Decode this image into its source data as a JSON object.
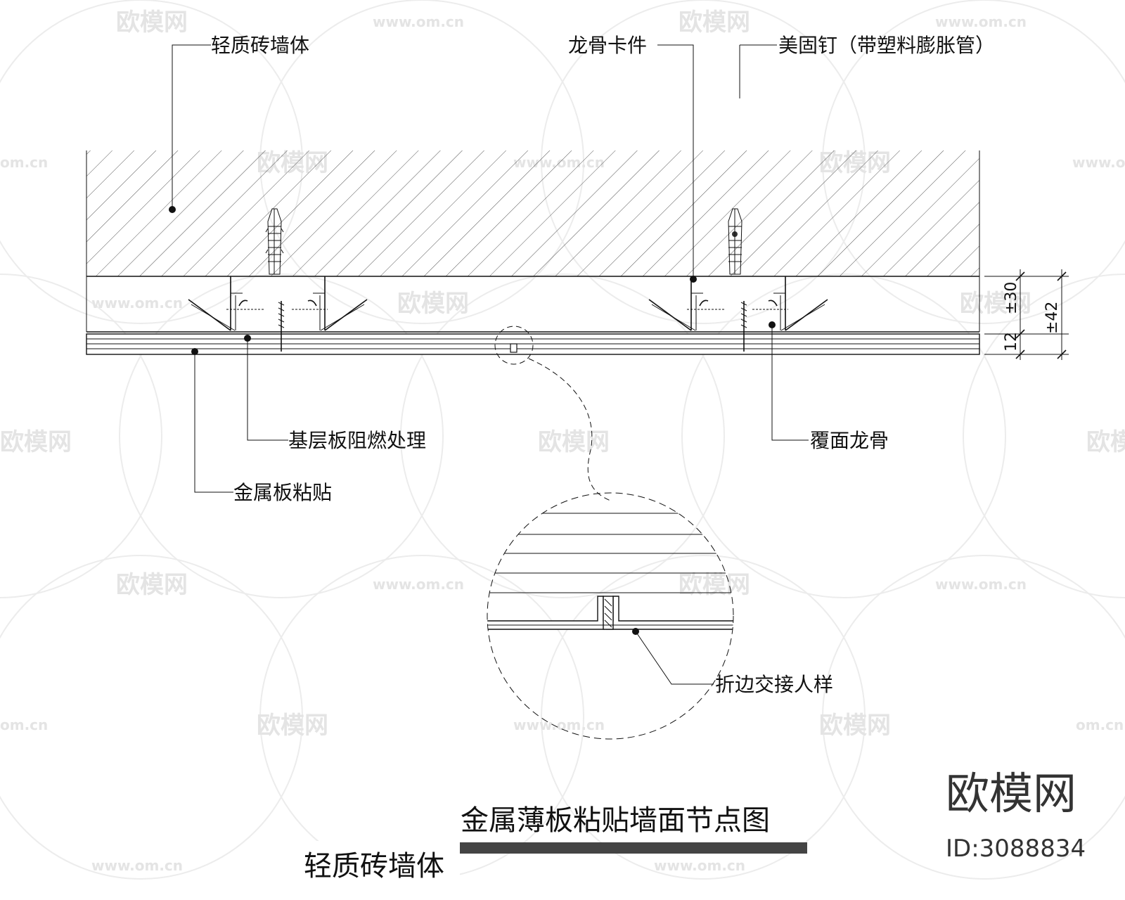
{
  "drawing": {
    "labels": {
      "brick_wall": "轻质砖墙体",
      "keel_clip": "龙骨卡件",
      "anchor_nail": "美固钉（带塑料膨胀管）",
      "base_board": "基层板阻燃处理",
      "metal_panel": "金属板粘贴",
      "cover_keel": "覆面龙骨",
      "fold_joint": "折边交接人样"
    },
    "dimensions": {
      "dim_30": "±30",
      "dim_12": "12",
      "dim_42": "±42"
    },
    "title": "金属薄板粘贴墙面节点图",
    "subtitle": "轻质砖墙体"
  },
  "watermark": {
    "brand_cn": "欧模网",
    "site": "www.om.cn",
    "site_short": "om.cn"
  },
  "brand": {
    "name": "欧模网",
    "id": "ID:3088834"
  }
}
